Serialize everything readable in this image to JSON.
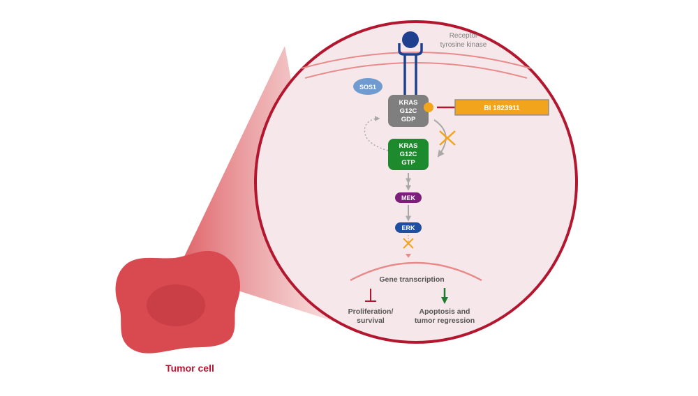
{
  "receptor": {
    "label_line1": "Receptor",
    "label_line2": "tyrosine kinase"
  },
  "sos1": {
    "label": "SOS1"
  },
  "kras_gdp": {
    "line1": "KRAS",
    "line2": "G12C",
    "line3": "GDP"
  },
  "kras_gtp": {
    "line1": "KRAS",
    "line2": "G12C",
    "line3": "GTP"
  },
  "inhibitor": {
    "label": "BI 1823911"
  },
  "mek": {
    "label": "MEK"
  },
  "erk": {
    "label": "ERK"
  },
  "gene_transcription": {
    "label": "Gene transcription"
  },
  "proliferation": {
    "line1": "Proliferation/",
    "line2": "survival"
  },
  "apoptosis": {
    "line1": "Apoptosis and",
    "line2": "tumor regression"
  },
  "tumor_cell": {
    "label": "Tumor cell"
  },
  "colors": {
    "circle_border": "#b3172f",
    "circle_fill": "#f6e8ea",
    "membrane": "#e88a8a",
    "tumor": "#d94a50",
    "receptor": "#1f3f8f",
    "sos1": "#6f9bd1",
    "kras_gdp": "#7f7f7f",
    "kras_gtp": "#1e8a2e",
    "inhibitor": "#f2a51c",
    "mek": "#7b1f7a",
    "erk": "#1f4fa0",
    "arrow_gray": "#a8a8a8",
    "block_red": "#b3172f",
    "down_green": "#1e7a2e",
    "label_dark": "#555555"
  }
}
